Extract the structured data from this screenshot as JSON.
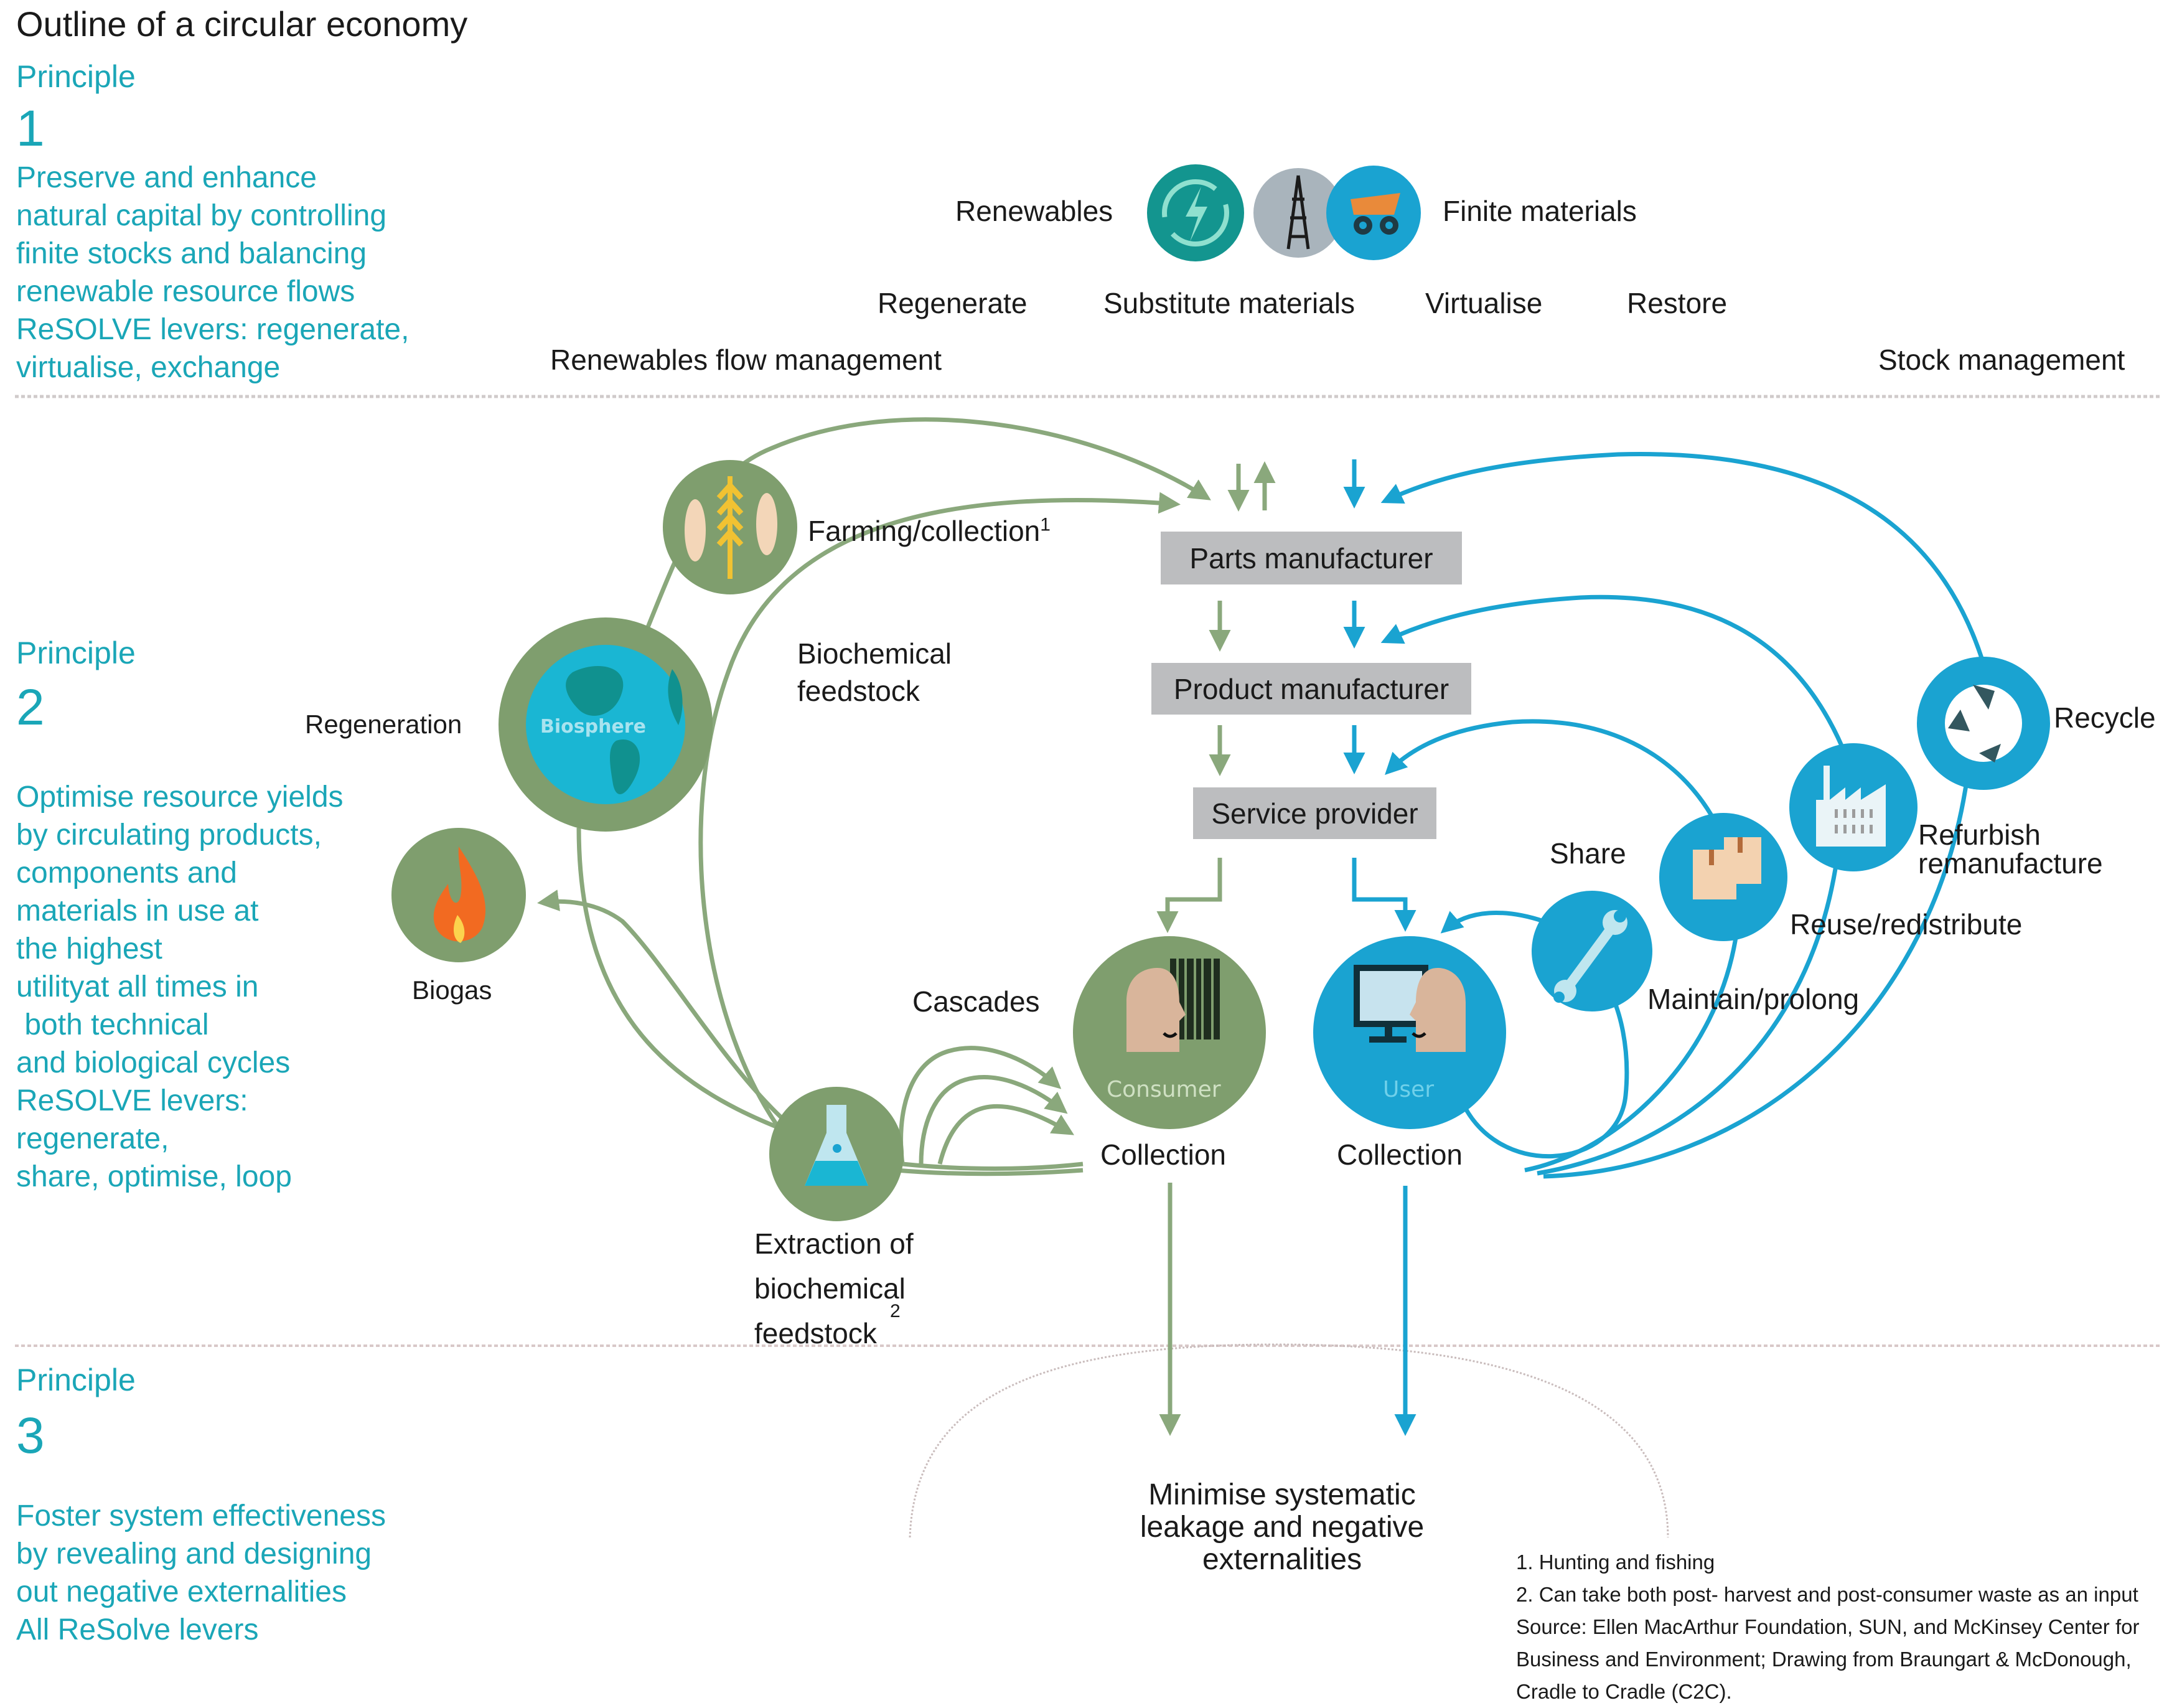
{
  "title": "Outline of a circular economy",
  "colors": {
    "teal_text": "#1aa6b7",
    "bio_green": "#8aa87c",
    "bio_circle": "#7f9e6e",
    "tech_blue": "#1aa3d1",
    "box_gray": "#bcbdbf",
    "divider": "#c9c4c4"
  },
  "principles": [
    {
      "label": "Principle",
      "number": "1",
      "text": "Preserve and enhance\nnatural capital by controlling\nfinite stocks and balancing\nrenewable resource flows\nReSOLVE levers: regenerate,\nvirtualise, exchange"
    },
    {
      "label": "Principle",
      "number": "2",
      "text": "Optimise resource yields\nby circulating products,\ncomponents and\nmaterials in use at\nthe highest\nutilityat all times in\n both technical\nand biological cycles\nReSOLVE levers:\nregenerate,\nshare, optimise, loop"
    },
    {
      "label": "Principle",
      "number": "3",
      "text": "Foster system effectiveness\nby revealing and designing\nout negative externalities\nAll ReSolve levers"
    }
  ],
  "top": {
    "renewables": "Renewables",
    "finite_materials": "Finite materials",
    "levers": [
      "Regenerate",
      "Substitute materials",
      "Virtualise",
      "Restore"
    ],
    "renewables_flow": "Renewables flow management",
    "stock_management": "Stock management",
    "icons": [
      "renewable-energy-icon",
      "oil-rig-icon",
      "mining-truck-icon"
    ]
  },
  "bio_cycle": {
    "farming": "Farming/collection",
    "farming_sup": "1",
    "biochemical_feedstock": "Biochemical\nfeedstock",
    "regeneration": "Regeneration",
    "biosphere": "Biosphere",
    "biogas": "Biogas",
    "cascades": "Cascades",
    "extraction": "Extraction of\nbiochemical\nfeedstock",
    "extraction_sup": "2",
    "consumer": "Consumer",
    "collection": "Collection"
  },
  "value_chain": {
    "parts": "Parts manufacturer",
    "product": "Product manufacturer",
    "service": "Service provider"
  },
  "tech_cycle": {
    "user": "User",
    "collection": "Collection",
    "share": "Share",
    "maintain": "Maintain/prolong",
    "reuse": "Reuse/redistribute",
    "refurbish": "Refurbish\nremanufacture",
    "recycle": "Recycle"
  },
  "leakage": "Minimise systematic\nleakage and negative\nexternalities",
  "footnotes": "1. Hunting and fishing\n2. Can take both post- harvest and post-consumer waste as an input\nSource: Ellen MacArthur Foundation, SUN, and McKinsey Center for\nBusiness and Environment; Drawing from Braungart & McDonough,\nCradle to Cradle (C2C)."
}
